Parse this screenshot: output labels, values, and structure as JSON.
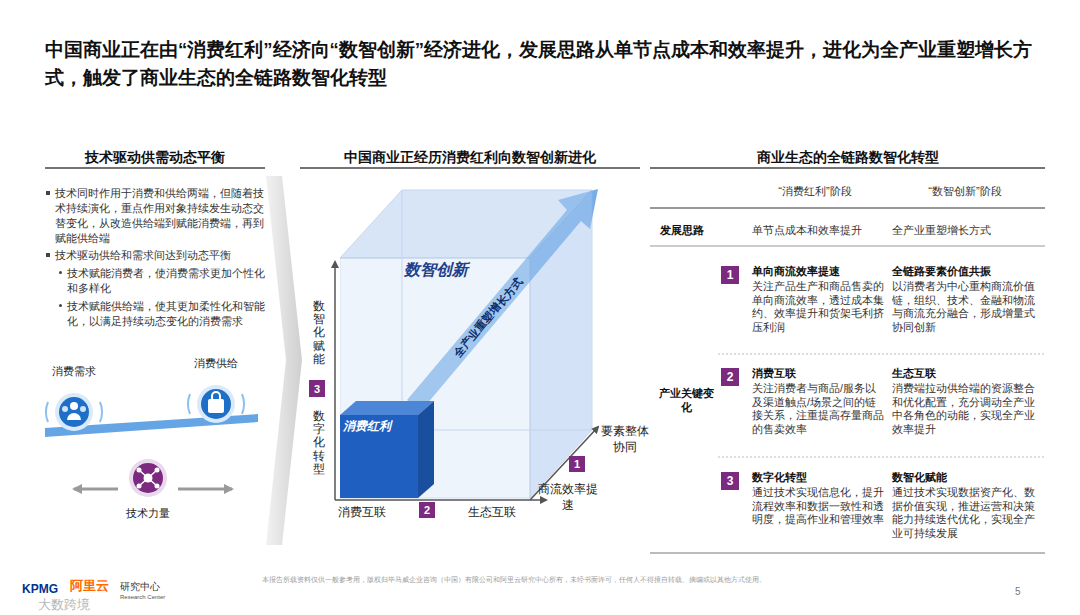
{
  "diagram": {
    "title": "中国商业正在由“消费红利”经济向“数智创新”经济进化，发展思路从单节点成本和效率提升，进化为全产业重塑增长方式，触发了商业生态的全链路数智化转型",
    "nodes": [
      {
        "text": [
          "技术同时作用于消费和供给两端，但随着技术持续演化，重点作用对象持续发生动态交替变化，从改造供给端到赋能消费端，再到赋能供给端",
          "技术驱动供给和需求间达到动态平衡",
          "技术赋能消费者，使消费需求更加个性化和多样化",
          "技术赋能供给端，使其更加柔性化和智能化，以满足持续动态变化的消费需求"
        ]
      },
      {
        "text": [
          "消费需求"
        ]
      },
      {
        "text": [
          "消费供给"
        ]
      },
      {
        "text": [
          "技术力量"
        ]
      },
      {
        "text": [
          "数智创新"
        ]
      },
      {
        "text": [
          "消费红利"
        ],
        "in": 4
      },
      {
        "text": [
          "3"
        ]
      },
      {
        "text": [
          "2"
        ]
      },
      {
        "text": [
          "1"
        ]
      },
      {
        "text": [
          "1"
        ]
      },
      {
        "text": [
          "2"
        ]
      },
      {
        "text": [
          "3"
        ]
      }
    ],
    "labels": [
      "技术驱动供需动态平衡",
      "中国商业正经历消费红利向数智创新进化",
      "商业生态的全链路数智化转型",
      "“消费红利”阶段",
      "“数智创新”阶段",
      "发展思路",
      "单节点成本和效率提升",
      "全产业重塑增长方式",
      "产业关键变化",
      "单向商流效率提速",
      "关注产品生产和商品售卖的单向商流效率，透过成本集约、效率提升和货架毛利挤压利润",
      "全链路要素价值共振",
      "以消费者为中心重构商流价值链，组织、技术、金融和物流与商流充分融合，形成增量式协同创新",
      "消费互联",
      "关注消费者与商品/服务以及渠道触点/场景之间的链接关系，注重提高存量商品的售卖效率",
      "生态互联",
      "消费端拉动供给端的资源整合和优化配置，充分调动全产业中各角色的动能，实现全产业效率提升",
      "数字化转型",
      "通过技术实现信息化，提升流程效率和数据一致性和透明度，提高作业和管理效率",
      "数智化赋能",
      "通过技术实现数据资产化、数据价值实现，推进运营和决策能力持续迭代优化，实现全产业可持续发展",
      "数智化赋能",
      "数字化转型",
      "消费互联",
      "生态互联",
      "要素整体协同",
      "商流效率提速",
      "全产业重塑增长方式",
      "KPMG",
      "阿里云",
      "研究中心",
      "Research Center",
      "本报告所载资料仅供一般参考用，版权归毕马威企业咨询（中国）有限公司和阿里云研究中心所有，未经书面许可，任何人不得擅自转载、摘编或以其他方式使用。",
      "5",
      "大数跨境"
    ]
  }
}
